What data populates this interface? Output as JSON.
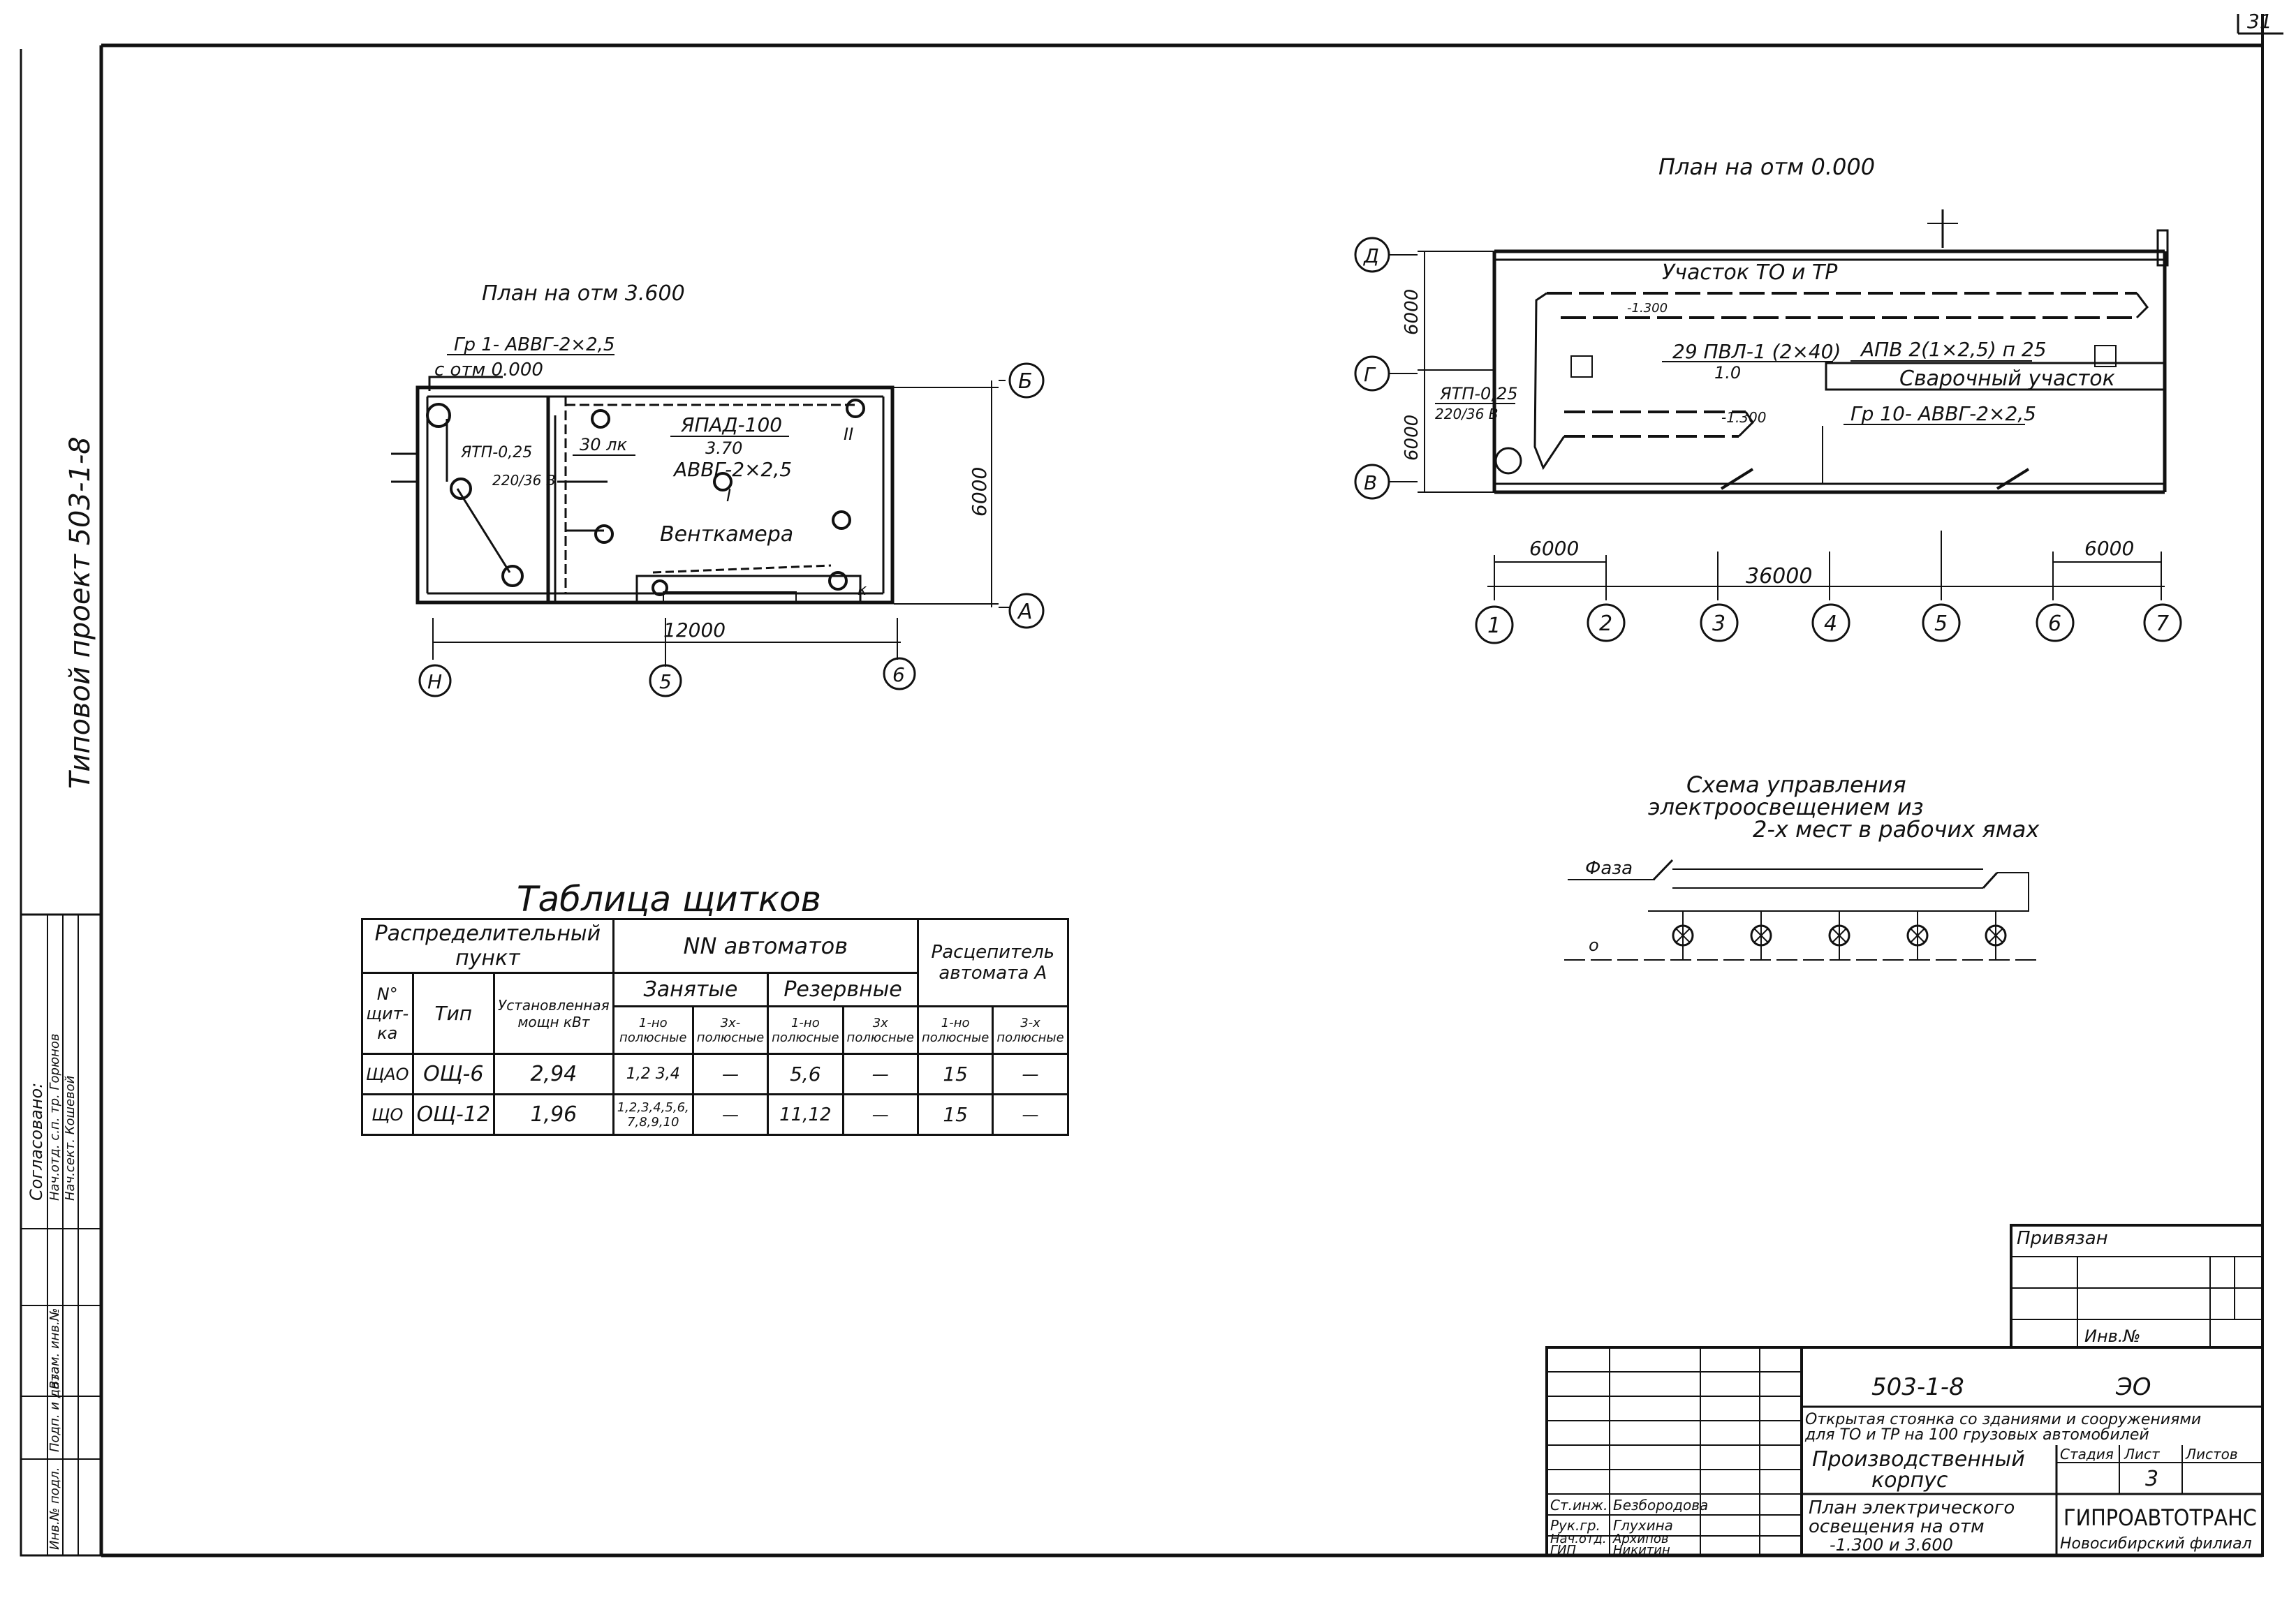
{
  "sheet": {
    "page_number": "31",
    "side_stamp": "Типовой проект 503-1-8"
  },
  "approval_stamp": {
    "title": "Согласовано:",
    "rows": [
      "Нач.отд. с.п. тр. Горюнов",
      "Нач.сект. Кошевой"
    ],
    "inventory_cells": [
      "Инв.№ подл.",
      "Подп. и дата",
      "Взам. инв.№"
    ]
  },
  "plan_upper": {
    "title": "План на отм 3.600",
    "group_label": "Гр 1- АВВГ-2×2,5",
    "from_mark": "с отм 0.000",
    "panel_label": "ЯТП-0,25",
    "panel_voltage": "220/36 В",
    "lamp_power": "30 лк",
    "fixture_type": "ЯПАД-100",
    "fixture_ratio": "3.70",
    "cable": "АВВГ-2×2,5",
    "room_name": "Венткамера",
    "roman_1": "I",
    "roman_2": "II",
    "mark_k": "к",
    "dim_vertical": "6000",
    "dim_horizontal": "12000",
    "axis_letters": [
      "Б",
      "А"
    ],
    "axis_labels_bottom": [
      "Н",
      "5",
      "6"
    ]
  },
  "plan_lower": {
    "title": "План на отм 0.000",
    "zone_top": "Участок ТО и ТР",
    "wire_label": "29 ПВЛ-1 (2×40)",
    "wire_ratio": "1.0",
    "cable_right": "АПВ 2(1×2,5) п 25",
    "welding": "Сварочный участок",
    "panel_label": "ЯТП-0,25",
    "panel_voltage": "220/36 В",
    "mark_pit_top": "-1.300",
    "mark_pit_bottom": "-1.300",
    "group_label": "Гр 10- АВВГ-2×2,5",
    "dim_left_top": "6000",
    "dim_left_bottom": "6000",
    "dim_bottom_left": "6000",
    "dim_bottom_total": "36000",
    "dim_bottom_right": "6000",
    "axis_letters": [
      "Д",
      "Г",
      "В"
    ],
    "axis_numbers": [
      "1",
      "2",
      "3",
      "4",
      "5",
      "6",
      "7"
    ]
  },
  "schema": {
    "title_l1": "Схема управления",
    "title_l2": "электроосвещением из",
    "title_l3": "2-х мест в рабочих ямах",
    "phase": "Фаза",
    "neutral": "о"
  },
  "panel_table": {
    "title": "Таблица щитков",
    "headers": {
      "group1": "Распределительный пункт",
      "group2": "NN автоматов",
      "group3": "Расцепитель автомата А",
      "no": "N° щит-ка",
      "type": "Тип",
      "power": "Установленная мощн кВт",
      "busy": "Занятые",
      "reserve": "Резервные",
      "busy_1": "1-но полюсные",
      "busy_3": "3х-полюсные",
      "res_1": "1-но полюсные",
      "res_3": "3х полюсные",
      "rel_1": "1-но полюсные",
      "rel_3": "3-х полюсные"
    },
    "rows": [
      {
        "no": "ЩАО",
        "type": "ОЩ-6",
        "power": "2,94",
        "busy_1": "1,2 3,4",
        "busy_3": "—",
        "res_1": "5,6",
        "res_3": "—",
        "rel_1": "15",
        "rel_3": "—"
      },
      {
        "no": "ЩО",
        "type": "ОЩ-12",
        "power": "1,96",
        "busy_1": "1,2,3,4,5,6, 7,8,9,10",
        "busy_3": "—",
        "res_1": "11,12",
        "res_3": "—",
        "rel_1": "15",
        "rel_3": "—"
      }
    ]
  },
  "title_block": {
    "bound_label": "Привязан",
    "inv_label": "Инв.№",
    "project_code": "503-1-8",
    "sheet_code": "ЭО",
    "object_l1": "Открытая стоянка со зданиями и сооружениями",
    "object_l2": "для ТО и ТР на 100 грузовых автомобилей",
    "building_l1": "Производственный",
    "building_l2": "корпус",
    "stage_label": "Стадия",
    "sheet_label": "Лист",
    "sheets_label": "Листов",
    "sheet_value": "3",
    "drawing_l1": "План электрического",
    "drawing_l2": "освещения на отм",
    "drawing_l3": "-1.300 и 3.600",
    "org_l1": "ГИПРОАВТОТРАНС",
    "org_l2": "Новосибирский филиал",
    "signers": [
      {
        "role": "Ст.инж.",
        "name": "Безбородова"
      },
      {
        "role": "Рук.гр.",
        "name": "Глухина"
      },
      {
        "role": "Нач.отд.",
        "name": "Архипов"
      },
      {
        "role": "ГИП",
        "name": "Никитин"
      }
    ]
  }
}
